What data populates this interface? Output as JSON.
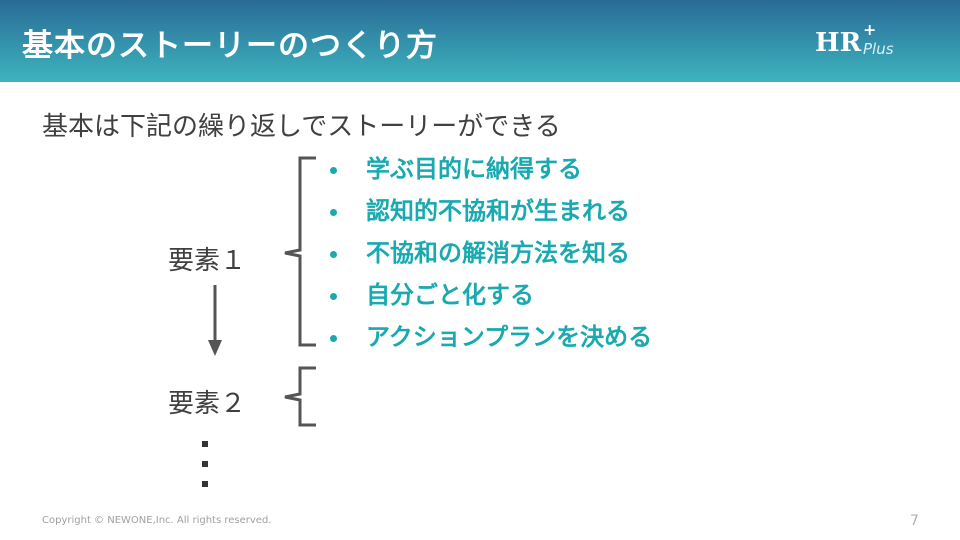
{
  "header": {
    "title": "基本のストーリーのつくり方",
    "logo": "HR",
    "logo_plus": "+",
    "logo_sub": "Plus"
  },
  "lead": "基本は下記の繰り返しでストーリーができる",
  "element1": "要素１",
  "element2": "要素２",
  "ellipsis": "⋮",
  "items": [
    "学ぶ目的に納得する",
    "認知的不協和が生まれる",
    "不協和の解消方法を知る",
    "自分ごと化する",
    "アクションプランを決める"
  ],
  "footer": {
    "copyright": "Copyright © NEWONE,Inc. All rights reserved.",
    "page": "7"
  }
}
